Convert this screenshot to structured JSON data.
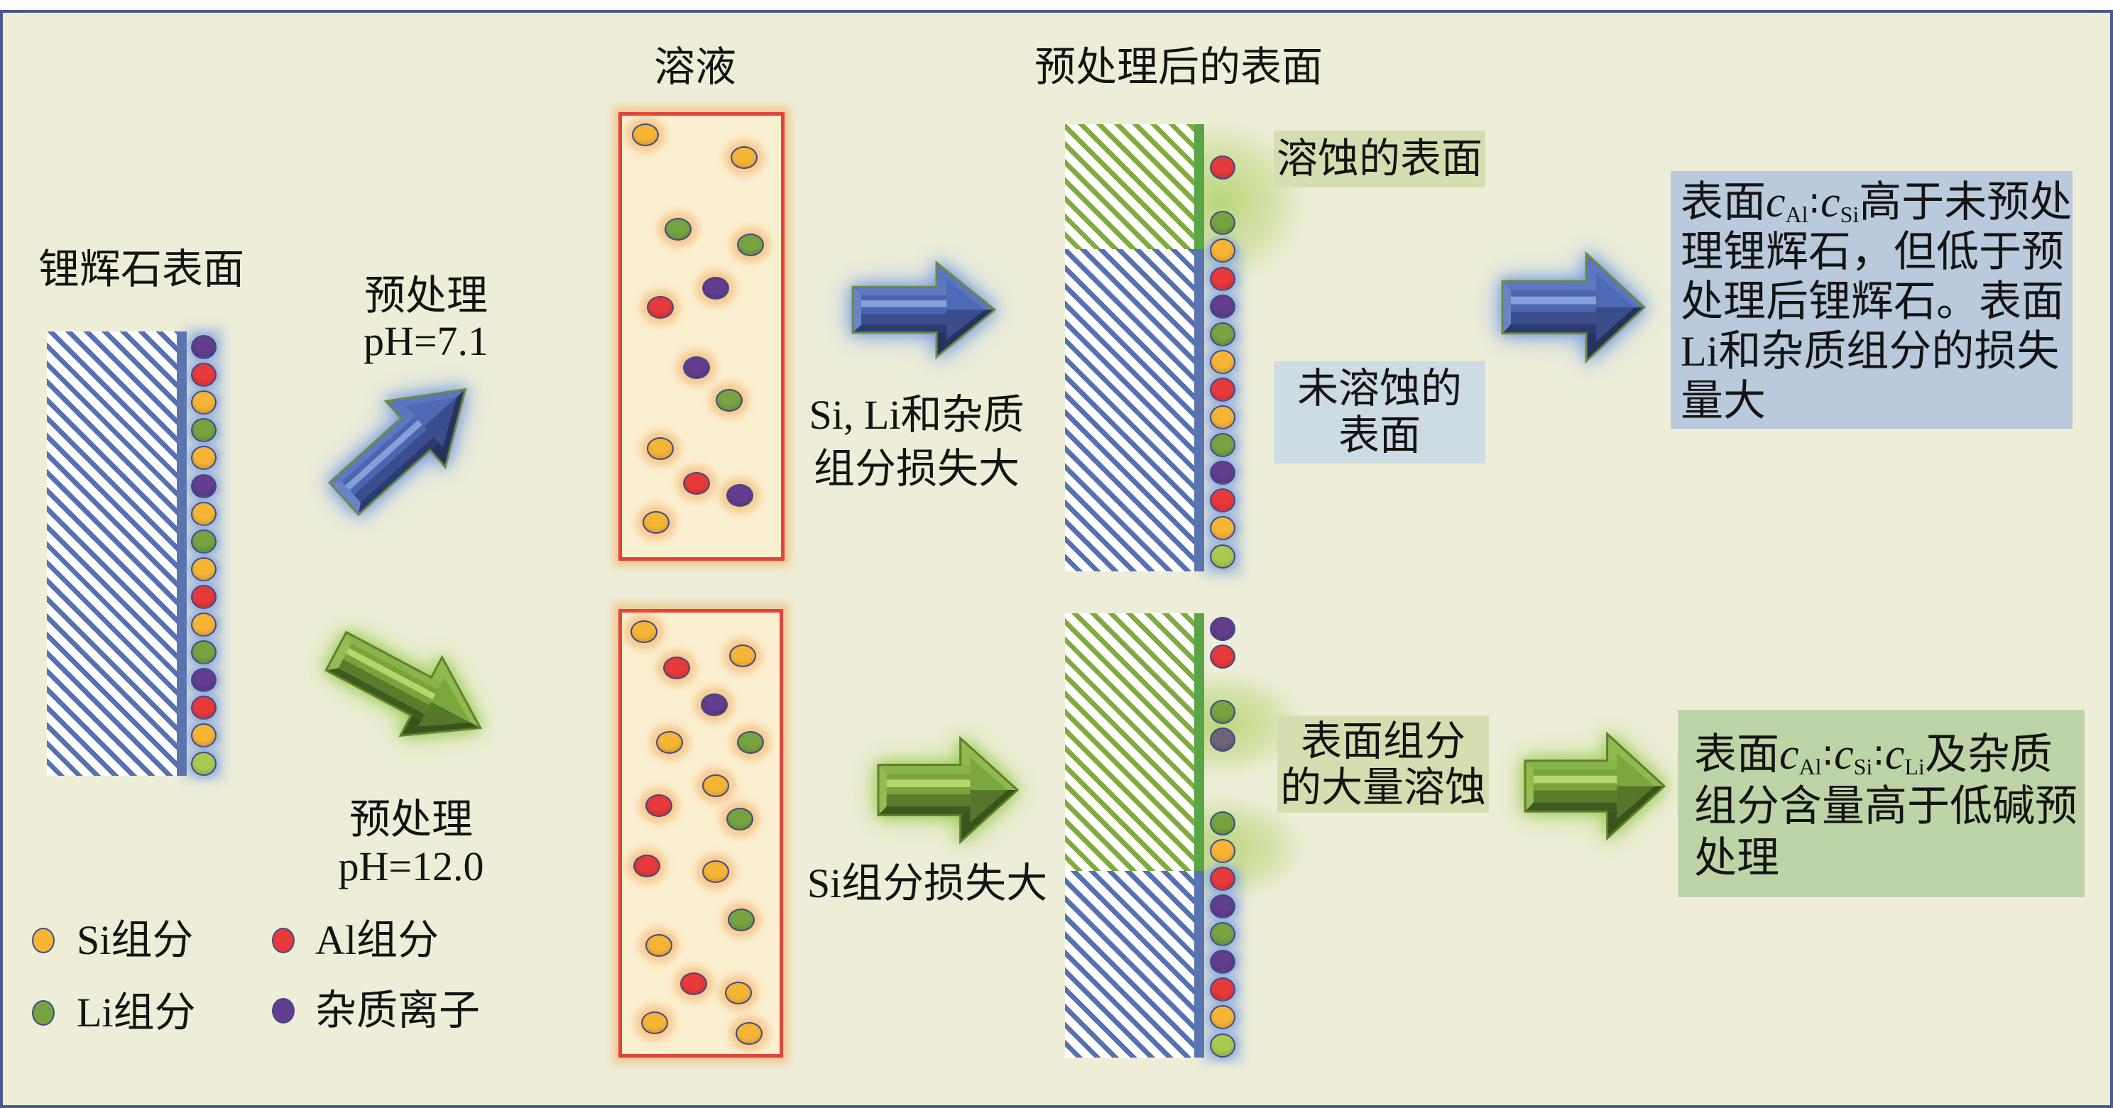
{
  "figure": {
    "background": "#eeeed8",
    "frame_color": "#4a5a8e"
  },
  "particle_types": {
    "Si": {
      "color": "#f7b536"
    },
    "Al": {
      "color": "#e8393a"
    },
    "Li": {
      "color": "#76a340"
    },
    "Impurity": {
      "color": "#633d8e"
    },
    "Li_light": {
      "color": "#a9c94f"
    },
    "Impurity_faded": {
      "color": "#6e6478"
    }
  },
  "legend": [
    {
      "key": "Si",
      "label": "Si组分"
    },
    {
      "key": "Al",
      "label": "Al组分"
    },
    {
      "key": "Li",
      "label": "Li组分"
    },
    {
      "key": "Impurity",
      "label": "杂质离子"
    }
  ],
  "raw_surface": {
    "title": "锂辉石表面",
    "surface_particles": [
      "Impurity",
      "Al",
      "Si",
      "Li",
      "Si",
      "Impurity",
      "Si",
      "Li",
      "Si",
      "Al",
      "Si",
      "Li",
      "Impurity",
      "Al",
      "Si",
      "Li_light"
    ]
  },
  "pretreatments": [
    {
      "label": "预处理",
      "ph": "pH=7.1",
      "arrow": "blue"
    },
    {
      "label": "预处理",
      "ph": "pH=12.0",
      "arrow": "green"
    }
  ],
  "solution": {
    "title": "溶液",
    "boxes": [
      {
        "particles": [
          "Si",
          "Si",
          "Li",
          "Li",
          "Impurity",
          "Al",
          "Impurity",
          "Li",
          "Si",
          "Al",
          "Impurity",
          "Si"
        ]
      },
      {
        "particles": [
          "Si",
          "Al",
          "Si",
          "Impurity",
          "Si",
          "Li",
          "Si",
          "Al",
          "Li",
          "Al",
          "Si",
          "Li",
          "Si",
          "Al",
          "Si",
          "Si",
          "Si"
        ]
      }
    ]
  },
  "dissolution_losses": [
    {
      "lines": [
        "Si, Li和杂质",
        "组分损失大"
      ],
      "arrow": "blue"
    },
    {
      "lines": [
        "Si组分损失大"
      ],
      "arrow": "green"
    }
  ],
  "treated_surface": {
    "title": "预处理后的表面",
    "rows": [
      {
        "etched_depth_fraction": 0.28,
        "surface_particles": [
          null,
          "Al",
          null,
          "Li",
          "Si",
          "Al",
          "Impurity",
          "Li",
          "Si",
          "Al",
          "Si",
          "Li",
          "Impurity",
          "Al",
          "Si",
          "Li_light"
        ],
        "labels": [
          {
            "lines": [
              "溶蚀的表面"
            ],
            "tone": "green"
          },
          {
            "lines": [
              "未溶蚀的",
              "表面"
            ],
            "tone": "blue"
          }
        ]
      },
      {
        "etched_depth_fraction": 0.58,
        "surface_particles": [
          "Impurity",
          "Al",
          null,
          "Li",
          "Impurity_faded",
          null,
          null,
          "Li",
          "Si",
          "Al",
          "Impurity",
          "Li",
          "Impurity",
          "Al",
          "Si",
          "Li_light"
        ],
        "labels": [
          {
            "lines": [
              "表面组分",
              "的大量溶蚀"
            ],
            "tone": "green"
          }
        ]
      }
    ]
  },
  "conclusions": [
    {
      "arrow": "blue",
      "background": "#b8cadc",
      "formula": {
        "prefix": "表面",
        "symbol": "c",
        "terms": [
          "Al",
          "Si"
        ],
        "separator": "∶",
        "suffix": "高于未预处"
      },
      "lines": [
        "理锂辉石，但低于预",
        "处理后锂辉石。表面",
        "Li和杂质组分的损失",
        "量大"
      ]
    },
    {
      "arrow": "green",
      "background": "#bdd5a6",
      "formula": {
        "prefix": "表面",
        "symbol": "c",
        "terms": [
          "Al",
          "Si",
          "Li"
        ],
        "separator": "∶",
        "suffix": "及杂质"
      },
      "lines": [
        "组分含量高于低碱预",
        "处理"
      ]
    }
  ],
  "styles": {
    "label_tones": {
      "green": "#d5deb0",
      "blue": "#cddbe3"
    },
    "arrow_palettes": {
      "blue": {
        "base": "#4b66b1",
        "left": "#6a84c6",
        "top": "#5e79bf",
        "hi": "#86a0d8",
        "low": "#3a4d8c",
        "bottom": "#2c3b6f",
        "headUp": "#5a76be",
        "headLow": "#27335f",
        "faceUp": "#4e6ab4",
        "faceLow": "#3a4d8b",
        "stroke": "#6d8b3f"
      },
      "green": {
        "base": "#78a43a",
        "left": "#93bd52",
        "top": "#89b44a",
        "hi": "#b3d66f",
        "low": "#5a7c2d",
        "bottom": "#3f5a1f",
        "headUp": "#8fba4c",
        "headLow": "#3a521c",
        "faceUp": "#7ba83e",
        "faceLow": "#56772a",
        "stroke": "#5f7f2e"
      }
    }
  }
}
